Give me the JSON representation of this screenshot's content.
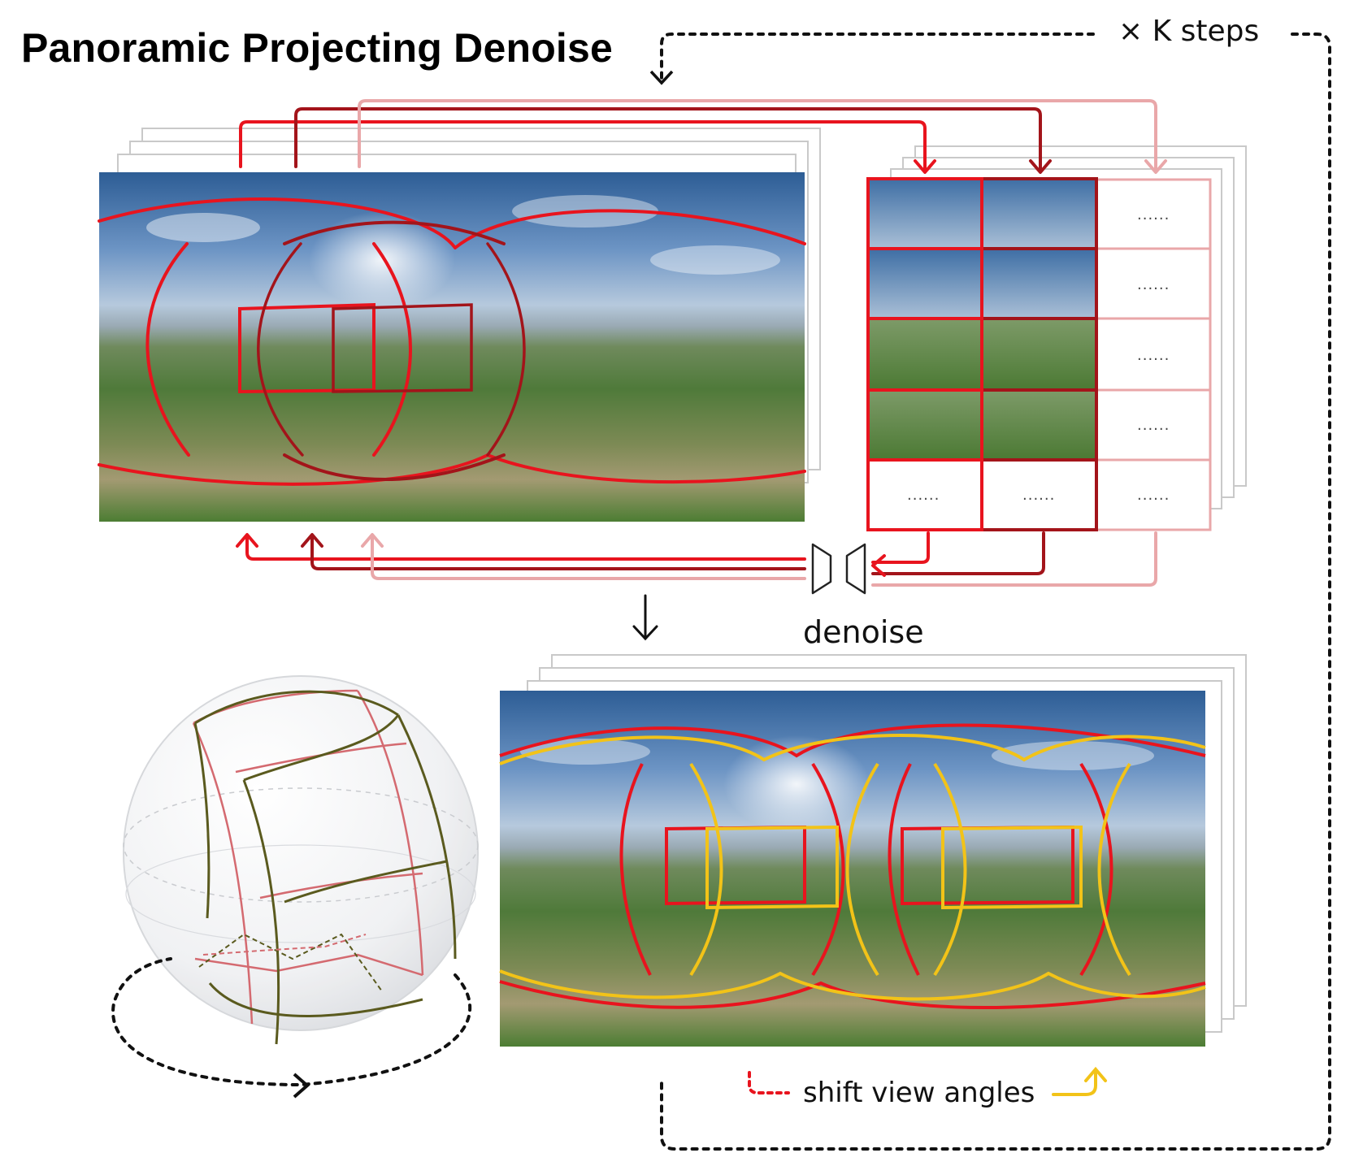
{
  "title": "Panoramic Projecting Denoise",
  "labels": {
    "k_steps": "× K steps",
    "denoise": "denoise",
    "shift": "shift view angles",
    "ellipsis": "......"
  },
  "colors": {
    "red": "#e8141e",
    "dark_red": "#a3141a",
    "pink": "#e9a7a9",
    "yellow": "#f2c318",
    "olive": "#5a5a1e",
    "frame_gray": "#c9c9c9"
  }
}
